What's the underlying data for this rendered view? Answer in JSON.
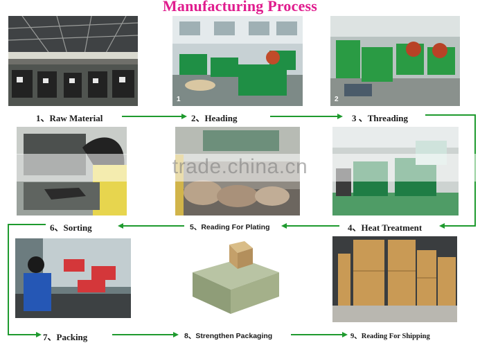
{
  "title": "Manufacturing Process",
  "watermark": "trade.china.cn",
  "steps": [
    {
      "label": "1、Raw Material",
      "badge": ""
    },
    {
      "label": "2、Heading",
      "badge": "1"
    },
    {
      "label": "3 、Threading",
      "badge": "2"
    },
    {
      "label": "4、Heat Treatment",
      "badge": ""
    },
    {
      "label": "5、Reading For Plating",
      "badge": ""
    },
    {
      "label": "6、Sorting",
      "badge": ""
    },
    {
      "label": "7、Packing",
      "badge": ""
    },
    {
      "label": "8、Strengthen  Packaging",
      "badge": ""
    },
    {
      "label": "9、Reading For Shipping",
      "badge": ""
    }
  ],
  "colors": {
    "title": "#e01c8e",
    "arrow": "#1e9a2e",
    "watermark": "#787878"
  }
}
